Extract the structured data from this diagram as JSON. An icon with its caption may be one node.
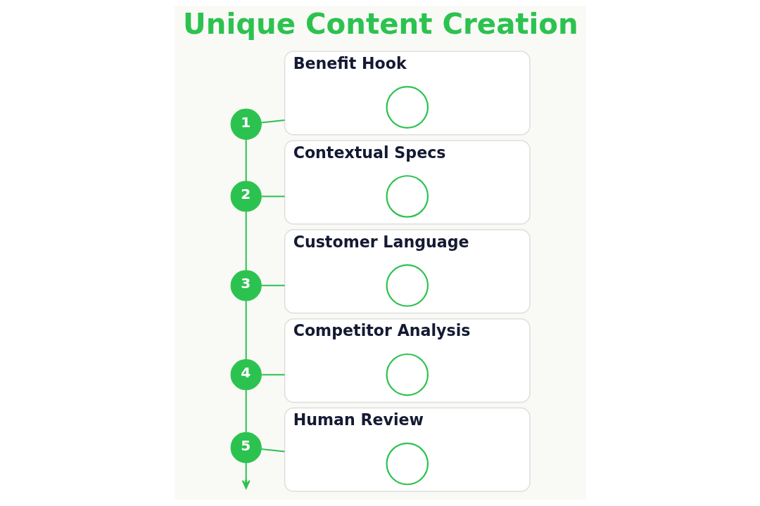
{
  "diagram": {
    "title": "Unique Content Creation",
    "nodes": [
      {
        "text": [
          "1"
        ]
      },
      {
        "text": [
          "Benefit Hook"
        ]
      },
      {
        "text": [],
        "shape": "circle",
        "in": 1
      },
      {
        "text": [
          "2"
        ]
      },
      {
        "text": [
          "Contextual Specs"
        ]
      },
      {
        "text": [],
        "shape": "circle",
        "in": 4
      },
      {
        "text": [
          "3"
        ]
      },
      {
        "text": [
          "Customer Language"
        ]
      },
      {
        "text": [],
        "shape": "circle",
        "in": 7
      },
      {
        "text": [
          "4"
        ]
      },
      {
        "text": [
          "Competitor Analysis"
        ]
      },
      {
        "text": [],
        "shape": "circle",
        "in": 10
      },
      {
        "text": [
          "5"
        ]
      },
      {
        "text": [
          "Human Review"
        ]
      },
      {
        "text": [],
        "shape": "circle",
        "in": 13
      }
    ],
    "edges": [
      {
        "from": 0,
        "to": 1,
        "arrow": "none"
      },
      {
        "from": 0,
        "to": 3,
        "arrow": "none"
      },
      {
        "from": 3,
        "to": 4,
        "arrow": "none"
      },
      {
        "from": 3,
        "to": 6,
        "arrow": "none"
      },
      {
        "from": 6,
        "to": 7,
        "arrow": "none"
      },
      {
        "from": 6,
        "to": 9,
        "arrow": "none"
      },
      {
        "from": 9,
        "to": 10,
        "arrow": "none"
      },
      {
        "from": 9,
        "to": 12,
        "arrow": "none"
      },
      {
        "from": 12,
        "to": 13,
        "arrow": "none"
      },
      {
        "from": 12,
        "to": null,
        "arrow": "to"
      }
    ]
  }
}
